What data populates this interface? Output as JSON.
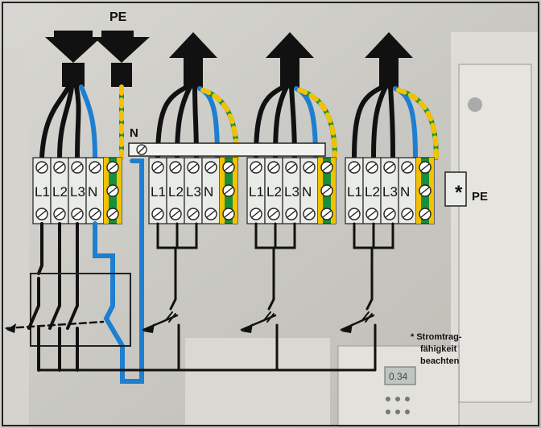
{
  "diagram": {
    "labels": {
      "pe_top": "PE",
      "n_bar": "N",
      "pe_right": "PE",
      "asterisk": "*"
    },
    "terminal_groups": [
      {
        "id": "main",
        "terminals": [
          "L1",
          "L2",
          "L3",
          "N"
        ]
      },
      {
        "id": "out1",
        "terminals": [
          "L1",
          "L2",
          "L3",
          "N"
        ]
      },
      {
        "id": "out2",
        "terminals": [
          "L1",
          "L2",
          "L3",
          "N"
        ]
      },
      {
        "id": "out3",
        "terminals": [
          "L1",
          "L2",
          "L3",
          "N"
        ]
      }
    ],
    "note": {
      "line1": "* Stromtrag-",
      "line2": "fähigkeit",
      "line3": "beachten"
    },
    "lcd_text": "0.34",
    "colors": {
      "phase": "#111111",
      "neutral": "#1e7fd0",
      "pe_green": "#1a8f3a",
      "pe_yellow": "#f2c200",
      "terminal": "#e9ebe6",
      "background": "#cfcfca"
    }
  }
}
